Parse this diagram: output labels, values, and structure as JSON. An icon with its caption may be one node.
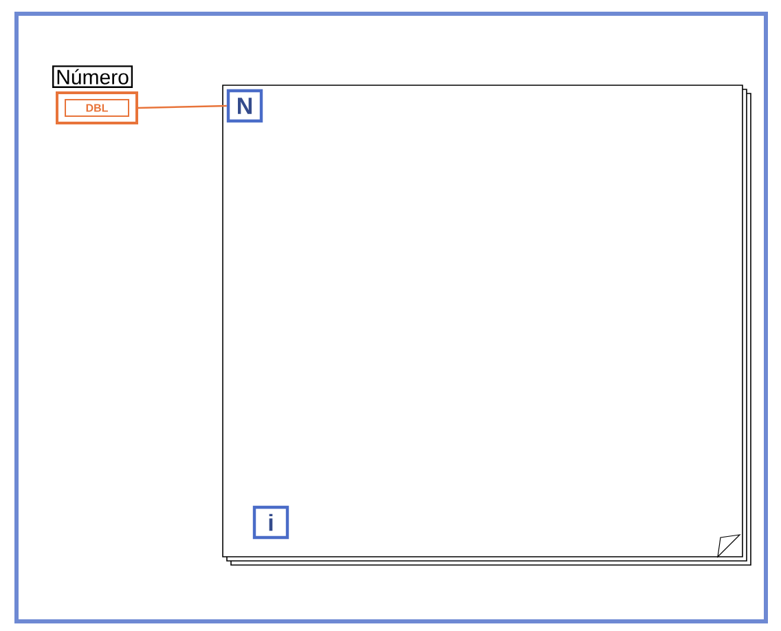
{
  "diagram": {
    "nodes": [
      {
        "text": [
          "Número",
          "DBL"
        ]
      },
      {
        "text": [],
        "shape": "box"
      },
      {
        "text": [
          "N"
        ],
        "in": 1
      },
      {
        "text": [
          "i"
        ],
        "in": 1
      }
    ],
    "edges": [
      {
        "from": 0,
        "to": 2,
        "arrow": "none",
        "color": "#e8743a"
      }
    ]
  }
}
